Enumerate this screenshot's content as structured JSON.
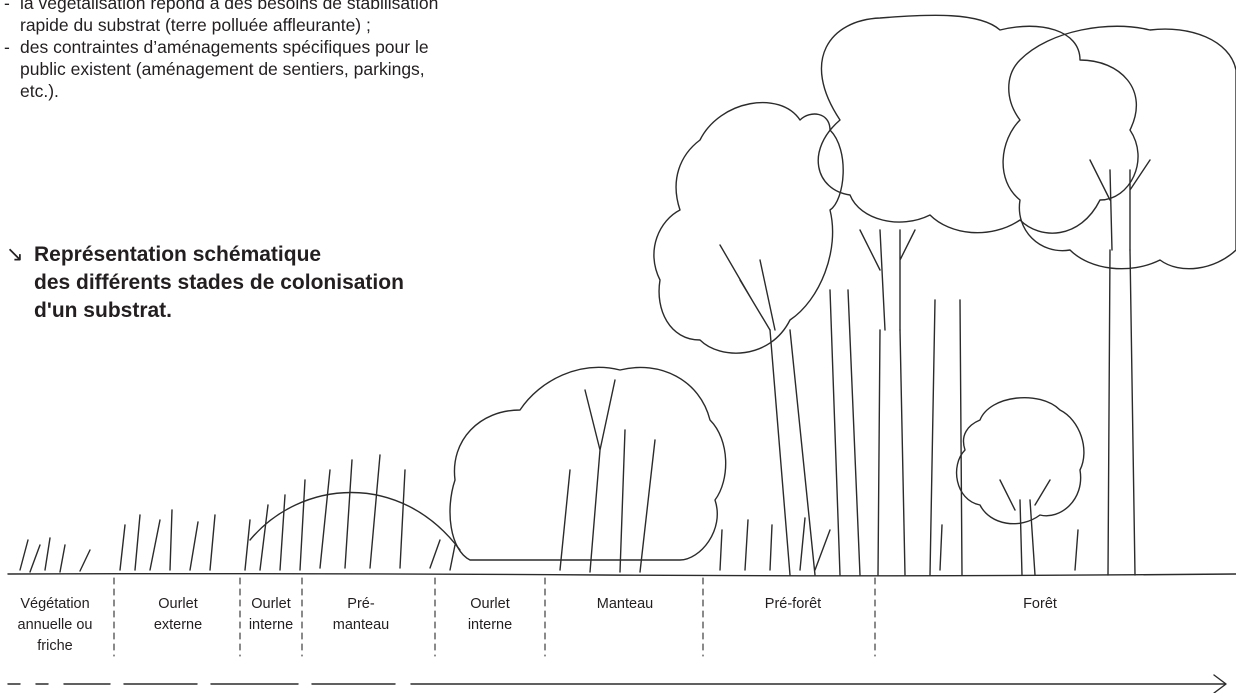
{
  "intro_list": [
    {
      "dash": "-",
      "lines": [
        "la végétalisation répond à des besoins de stabilisation",
        "rapide du substrat (terre polluée affleurante) ;"
      ]
    },
    {
      "dash": "-",
      "lines": [
        "des contraintes d’aménagements spécifiques pour le",
        "public existent (aménagement de sentiers, parkings,",
        "etc.)."
      ]
    }
  ],
  "caption": {
    "arrow": "↘",
    "lines": [
      "Représentation schématique",
      "des différents stades de colonisation",
      "d'un substrat."
    ]
  },
  "stages": [
    {
      "lines": [
        "Végétation",
        "annuelle ou",
        "friche"
      ]
    },
    {
      "lines": [
        "Ourlet",
        "externe"
      ]
    },
    {
      "lines": [
        "Ourlet",
        "interne"
      ]
    },
    {
      "lines": [
        "Pré-",
        "manteau"
      ]
    },
    {
      "lines": [
        "Ourlet",
        "interne"
      ]
    },
    {
      "lines": [
        "Manteau"
      ]
    },
    {
      "lines": [
        "Pré-forêt"
      ]
    },
    {
      "lines": [
        "Forêt"
      ]
    }
  ],
  "colors": {
    "ink": "#231f20",
    "line": "#2b2b2b"
  }
}
